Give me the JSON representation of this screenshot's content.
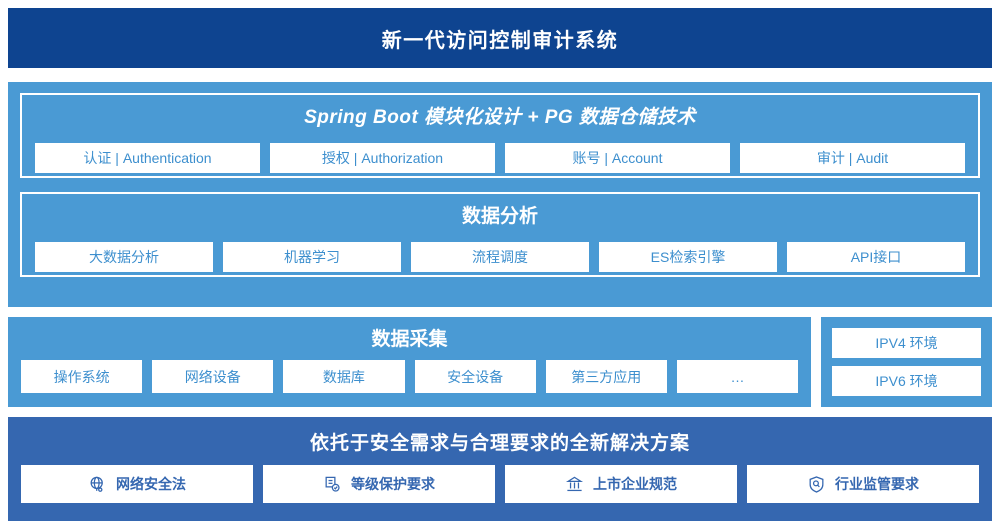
{
  "header": {
    "title": "新一代访问控制审计系统"
  },
  "sections": {
    "platform": {
      "title": "Spring Boot 模块化设计 + PG 数据仓储技术",
      "items": [
        {
          "label": "认证 | Authentication"
        },
        {
          "label": "授权 | Authorization"
        },
        {
          "label": "账号 | Account"
        },
        {
          "label": "审计 | Audit"
        }
      ]
    },
    "analysis": {
      "title": "数据分析",
      "items": [
        {
          "label": "大数据分析"
        },
        {
          "label": "机器学习"
        },
        {
          "label": "流程调度"
        },
        {
          "label": "ES检索引擎"
        },
        {
          "label": "API接口"
        }
      ]
    },
    "collection": {
      "title": "数据采集",
      "items": [
        {
          "label": "操作系统"
        },
        {
          "label": "网络设备"
        },
        {
          "label": "数据库"
        },
        {
          "label": "安全设备"
        },
        {
          "label": "第三方应用"
        },
        {
          "label": "…"
        }
      ]
    },
    "environment": {
      "items": [
        {
          "label": "IPV4 环境"
        },
        {
          "label": "IPV6 环境"
        }
      ]
    },
    "compliance": {
      "title": "依托于安全需求与合理要求的全新解决方案",
      "items": [
        {
          "label": "网络安全法",
          "icon": "globe-icon"
        },
        {
          "label": "等级保护要求",
          "icon": "document-check-icon"
        },
        {
          "label": "上市企业规范",
          "icon": "bank-icon"
        },
        {
          "label": "行业监管要求",
          "icon": "shield-search-icon"
        }
      ]
    }
  },
  "colors": {
    "header_blue": "#0e4490",
    "panel_blue": "#4a9ad4",
    "compliance_blue": "#3567b0",
    "chip_text_blue": "#3d8fce",
    "white": "#ffffff"
  }
}
